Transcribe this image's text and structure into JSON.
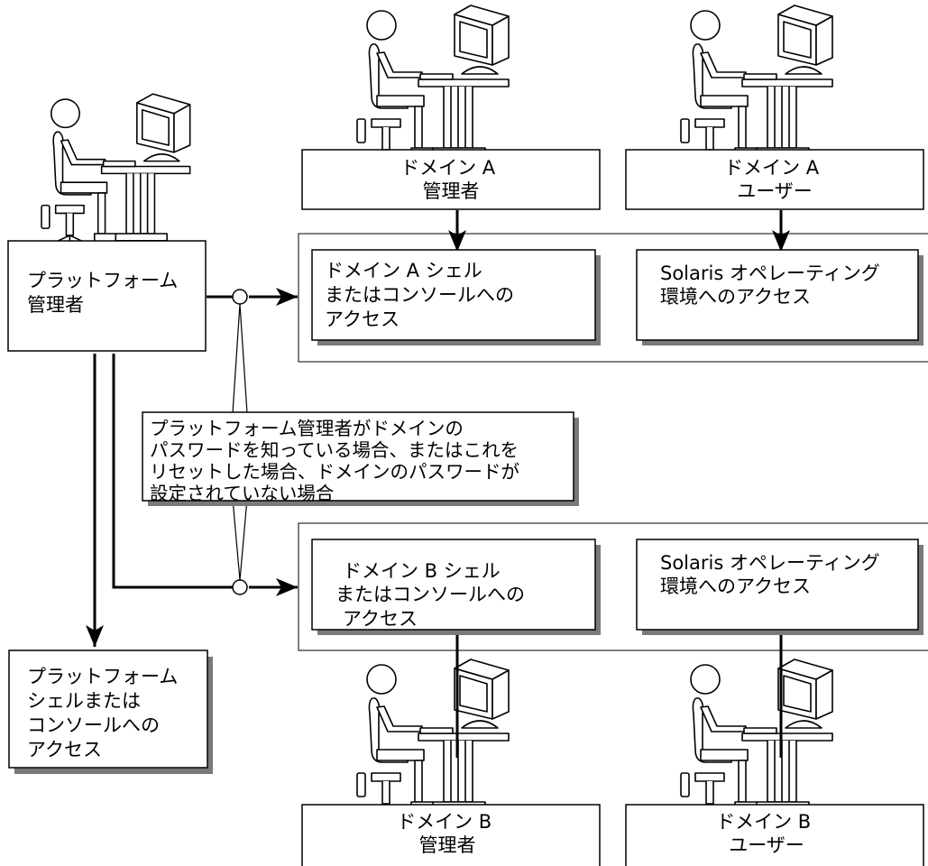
{
  "platform_admin": {
    "lines": [
      "プラットフォーム",
      "管理者"
    ]
  },
  "platform_access": {
    "lines": [
      "プラットフォーム",
      "シェルまたは",
      "コンソールへの",
      "アクセス"
    ]
  },
  "domain_a_admin": {
    "lines": [
      "ドメイン A",
      "管理者"
    ]
  },
  "domain_a_user": {
    "lines": [
      "ドメイン A",
      "ユーザー"
    ]
  },
  "domain_a_shell": {
    "lines": [
      "ドメイン A シェル",
      "またはコンソールへの",
      "アクセス"
    ]
  },
  "domain_a_solaris": {
    "lines": [
      "Solaris オペレーティング",
      "環境へのアクセス"
    ]
  },
  "condition_note": {
    "lines": [
      "プラットフォーム管理者がドメインの",
      "パスワードを知っている場合、またはこれを",
      "リセットした場合、ドメインのパスワードが",
      "設定されていない場合"
    ]
  },
  "domain_b_shell": {
    "lines": [
      "ドメイン B シェル",
      "またはコンソールへの",
      "アクセス"
    ]
  },
  "domain_b_solaris": {
    "lines": [
      "Solaris オペレーティング",
      "環境へのアクセス"
    ]
  },
  "domain_b_admin": {
    "lines": [
      "ドメイン B",
      "管理者"
    ]
  },
  "domain_b_user": {
    "lines": [
      "ドメイン B",
      "ユーザー"
    ]
  },
  "icons": [
    "person-at-workstation-icon"
  ],
  "colors": {
    "line": "#000000",
    "shadow": "#7a7a7a",
    "background": "#ffffff"
  }
}
